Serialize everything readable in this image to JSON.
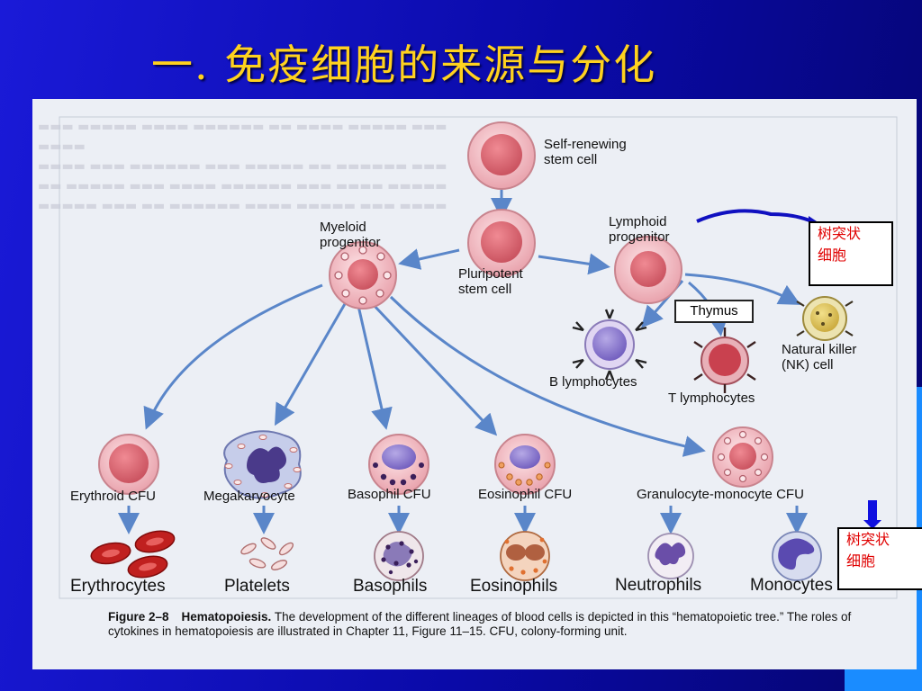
{
  "slide": {
    "title": "一. 免疫细胞的来源与分化"
  },
  "diagram": {
    "stem_cell": "Self-renewing\nstem cell",
    "myeloid": "Myeloid\nprogenitor",
    "lymphoid": "Lymphoid\nprogenitor",
    "pluripotent": "Pluripotent\nstem cell",
    "thymus": "Thymus",
    "b_lymph": "B lymphocytes",
    "t_lymph": "T lymphocytes",
    "nk": "Natural killer\n(NK) cell",
    "cfus": [
      "Erythroid CFU",
      "Megakaryocyte",
      "Basophil CFU",
      "Eosinophil CFU",
      "Granulocyte-monocyte CFU"
    ],
    "mature": [
      "Erythrocytes",
      "Platelets",
      "Basophils",
      "Eosinophils",
      "Neutrophils",
      "Monocytes"
    ]
  },
  "caption": {
    "figure": "Figure 2–8",
    "title": "Hematopoiesis.",
    "text": "The development of the different lineages of blood cells is depicted in this “hematopoietic tree.” The roles of cytokines in hematopoiesis are illustrated in Chapter 11, Figure 11–15. CFU, colony-forming unit."
  },
  "annotations": {
    "dendritic_1": "树突状\n细胞",
    "dendritic_2": "树突状\n细胞"
  }
}
